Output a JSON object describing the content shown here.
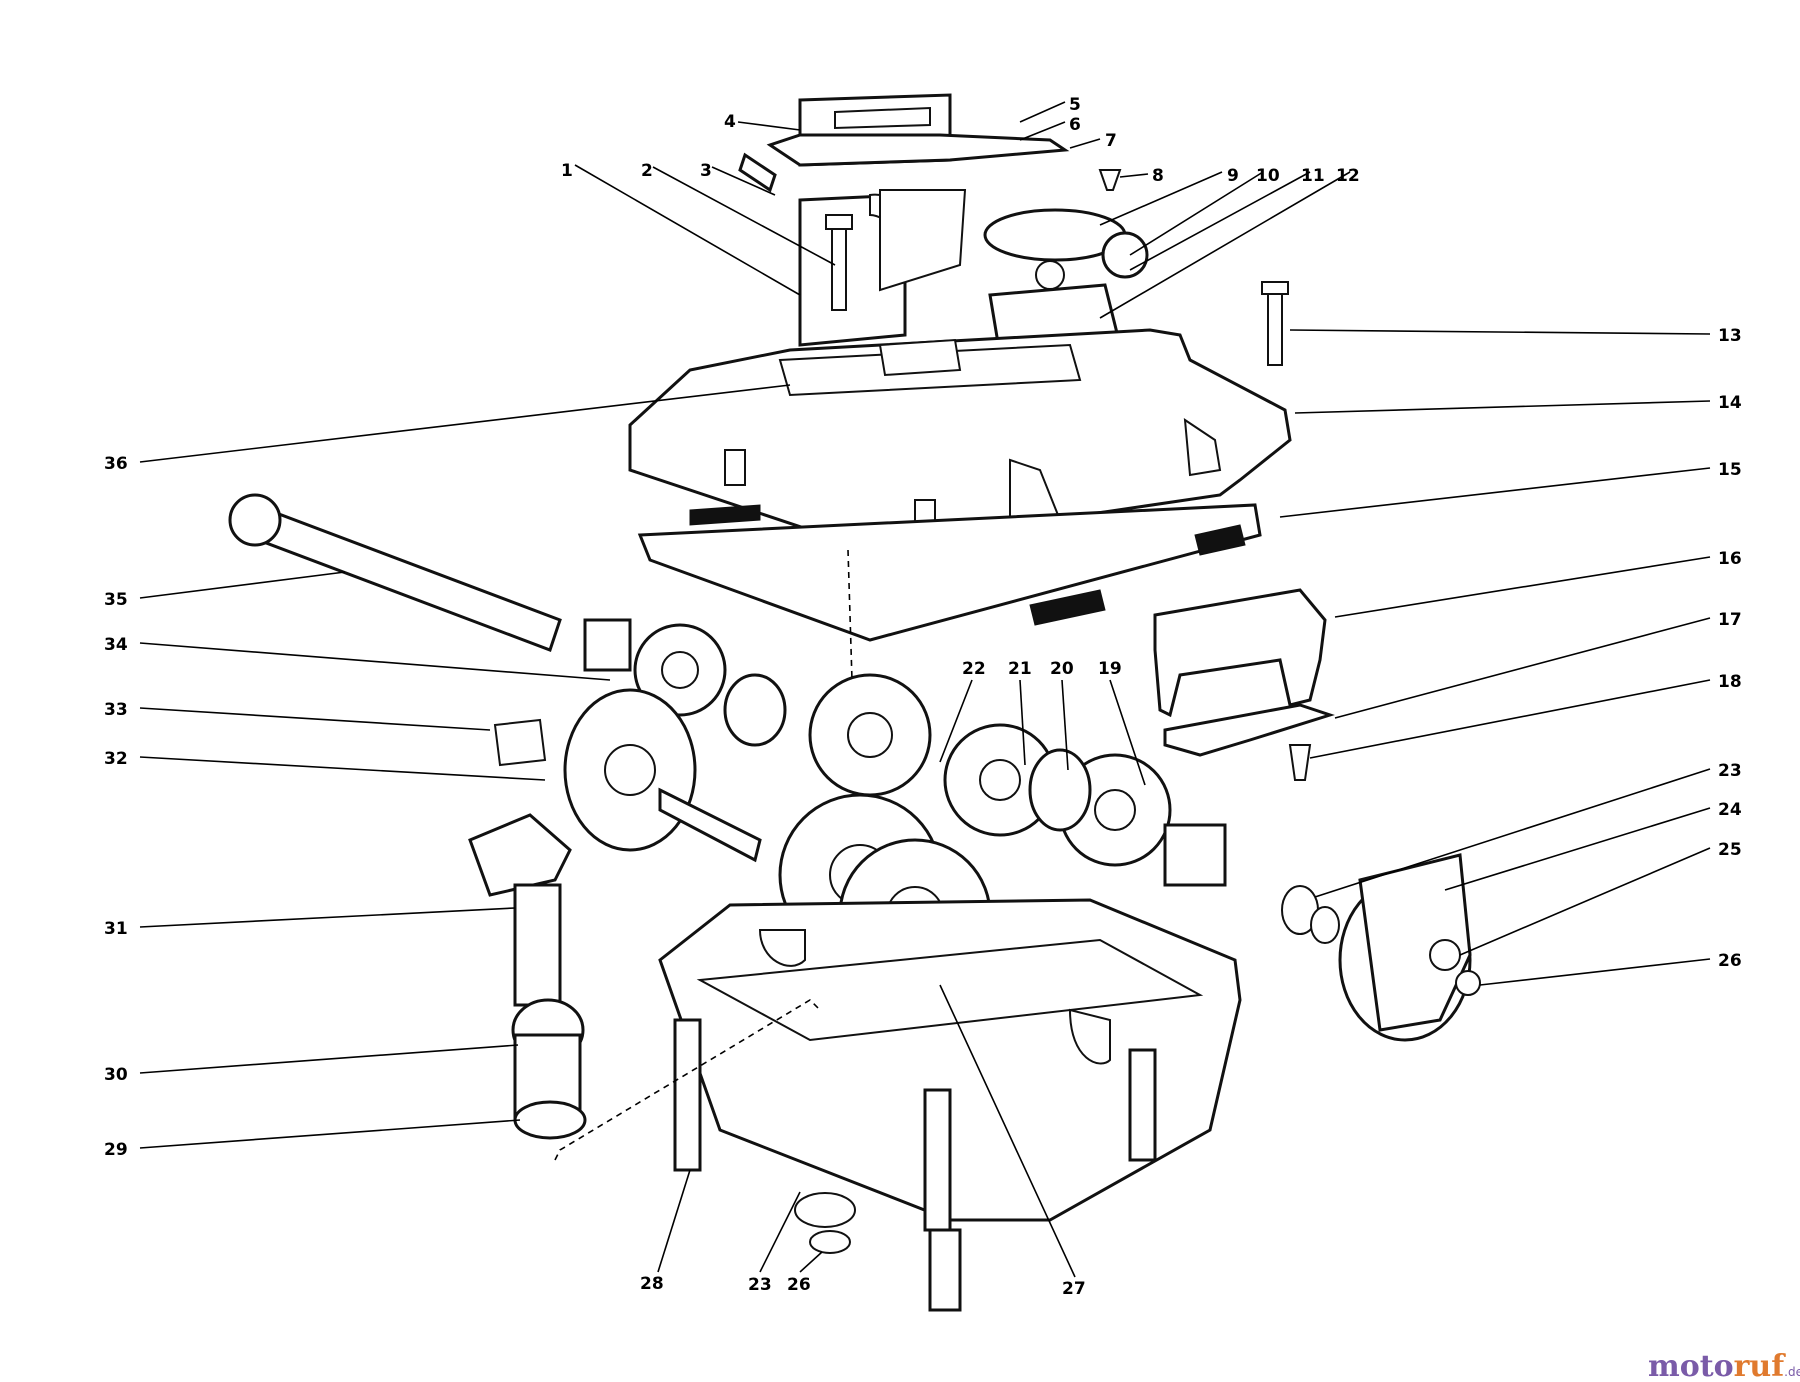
{
  "callouts": [
    {
      "id": "1",
      "text": "1"
    },
    {
      "id": "2",
      "text": "2"
    },
    {
      "id": "3",
      "text": "3"
    },
    {
      "id": "4",
      "text": "4"
    },
    {
      "id": "5",
      "text": "5"
    },
    {
      "id": "6",
      "text": "6"
    },
    {
      "id": "7",
      "text": "7"
    },
    {
      "id": "8",
      "text": "8"
    },
    {
      "id": "9",
      "text": "9"
    },
    {
      "id": "10",
      "text": "10"
    },
    {
      "id": "11",
      "text": "11"
    },
    {
      "id": "12",
      "text": "12"
    },
    {
      "id": "13",
      "text": "13"
    },
    {
      "id": "14",
      "text": "14"
    },
    {
      "id": "15",
      "text": "15"
    },
    {
      "id": "16",
      "text": "16"
    },
    {
      "id": "17",
      "text": "17"
    },
    {
      "id": "18",
      "text": "18"
    },
    {
      "id": "19",
      "text": "19"
    },
    {
      "id": "20",
      "text": "20"
    },
    {
      "id": "21",
      "text": "21"
    },
    {
      "id": "22",
      "text": "22"
    },
    {
      "id": "23a",
      "text": "23"
    },
    {
      "id": "24",
      "text": "24"
    },
    {
      "id": "25",
      "text": "25"
    },
    {
      "id": "26a",
      "text": "26"
    },
    {
      "id": "27",
      "text": "27"
    },
    {
      "id": "28",
      "text": "28"
    },
    {
      "id": "23b",
      "text": "23"
    },
    {
      "id": "26b",
      "text": "26"
    },
    {
      "id": "29",
      "text": "29"
    },
    {
      "id": "30",
      "text": "30"
    },
    {
      "id": "31",
      "text": "31"
    },
    {
      "id": "32",
      "text": "32"
    },
    {
      "id": "33",
      "text": "33"
    },
    {
      "id": "34",
      "text": "34"
    },
    {
      "id": "35",
      "text": "35"
    },
    {
      "id": "36",
      "text": "36"
    }
  ],
  "watermark": {
    "main_a": "moto",
    "main_b": "ruf",
    "suffix": ".de"
  },
  "colors": {
    "ink": "#111111",
    "watermark_purple": "#7a5ba8",
    "watermark_orange": "#e07a2e"
  }
}
